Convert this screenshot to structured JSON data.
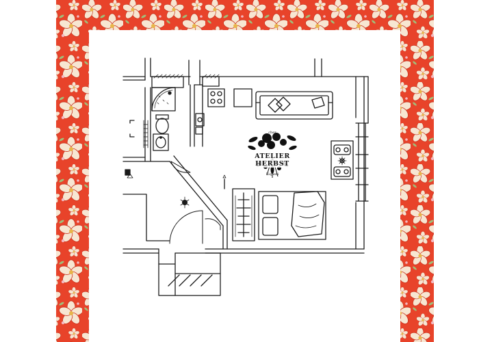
{
  "logo": {
    "top_text": "chez",
    "name": "ATELIER HERBST",
    "bottom_text": "Liqueri"
  },
  "colors": {
    "border_background": "#e8432a",
    "flower_fill": "#f7e6d2",
    "flower_center": "#e8b64a",
    "paper": "#ffffff",
    "ink": "#1a1a1a"
  },
  "icons": [
    "floral-border-pattern",
    "flower-bouquet-logo",
    "sofa-icon",
    "bed-icon",
    "dining-table-icon",
    "shower-icon",
    "toilet-icon",
    "sink-icon",
    "stove-icon",
    "plant-icon",
    "door-swing-icon"
  ]
}
